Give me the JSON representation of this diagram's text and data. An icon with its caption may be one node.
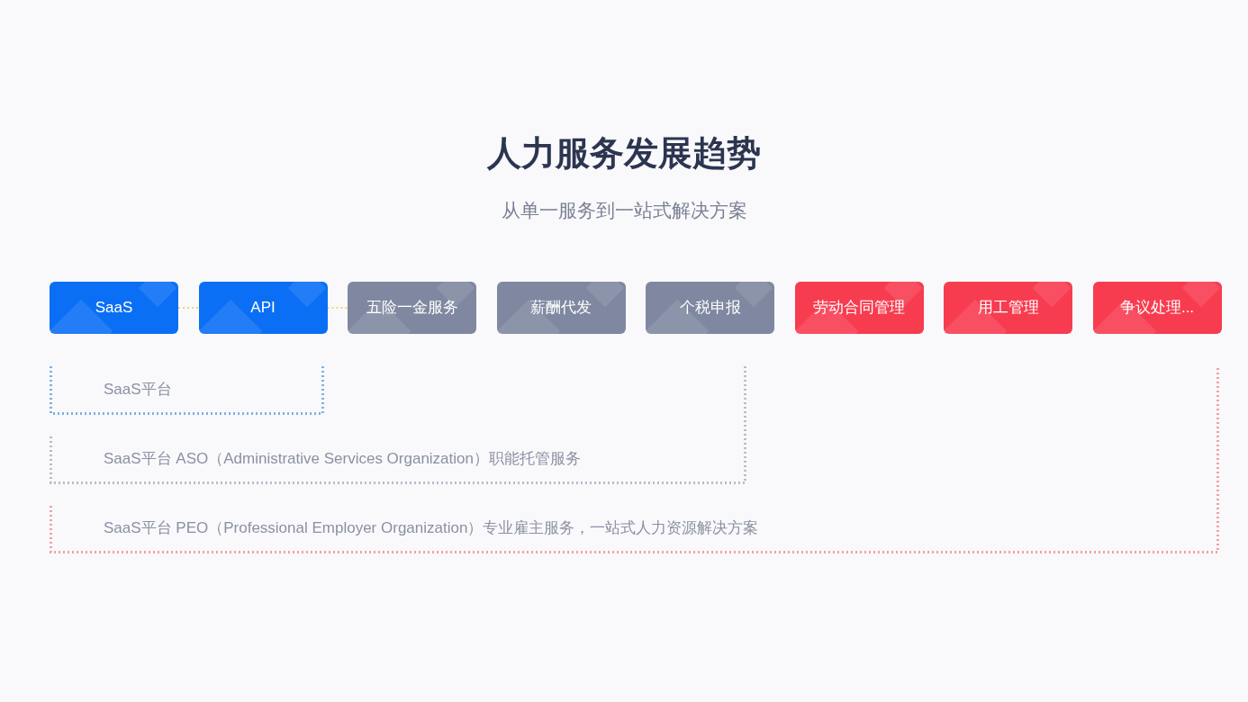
{
  "diagram": {
    "title": "人力服务发展趋势",
    "caption": "从单一服务到一站式解决方案",
    "nodes": [
      {
        "text": [
          "SaaS"
        ]
      },
      {
        "text": [
          "API"
        ]
      },
      {
        "text": [
          "五险一金服务"
        ]
      },
      {
        "text": [
          "薪酬代发"
        ]
      },
      {
        "text": [
          "个税申报"
        ]
      },
      {
        "text": [
          "劳动合同管理"
        ]
      },
      {
        "text": [
          "用工管理"
        ]
      },
      {
        "text": [
          "争议处理..."
        ]
      },
      {
        "text": [
          "SaaS平台"
        ],
        "in": 9
      },
      {
        "text": [
          "SaaS平台 ASO（Administrative Services Organization）职能托管服务"
        ],
        "in": 10
      },
      {
        "text": [
          "SaaS平台 PEO（Professional Employer Organization）专业雇主服务，一站式人力资源解决方案"
        ]
      }
    ],
    "edges": [
      {
        "from": 0,
        "to": 1,
        "arrow": "none",
        "style": "dashed"
      },
      {
        "from": 1,
        "to": 2,
        "arrow": "none",
        "style": "dashed"
      }
    ]
  }
}
